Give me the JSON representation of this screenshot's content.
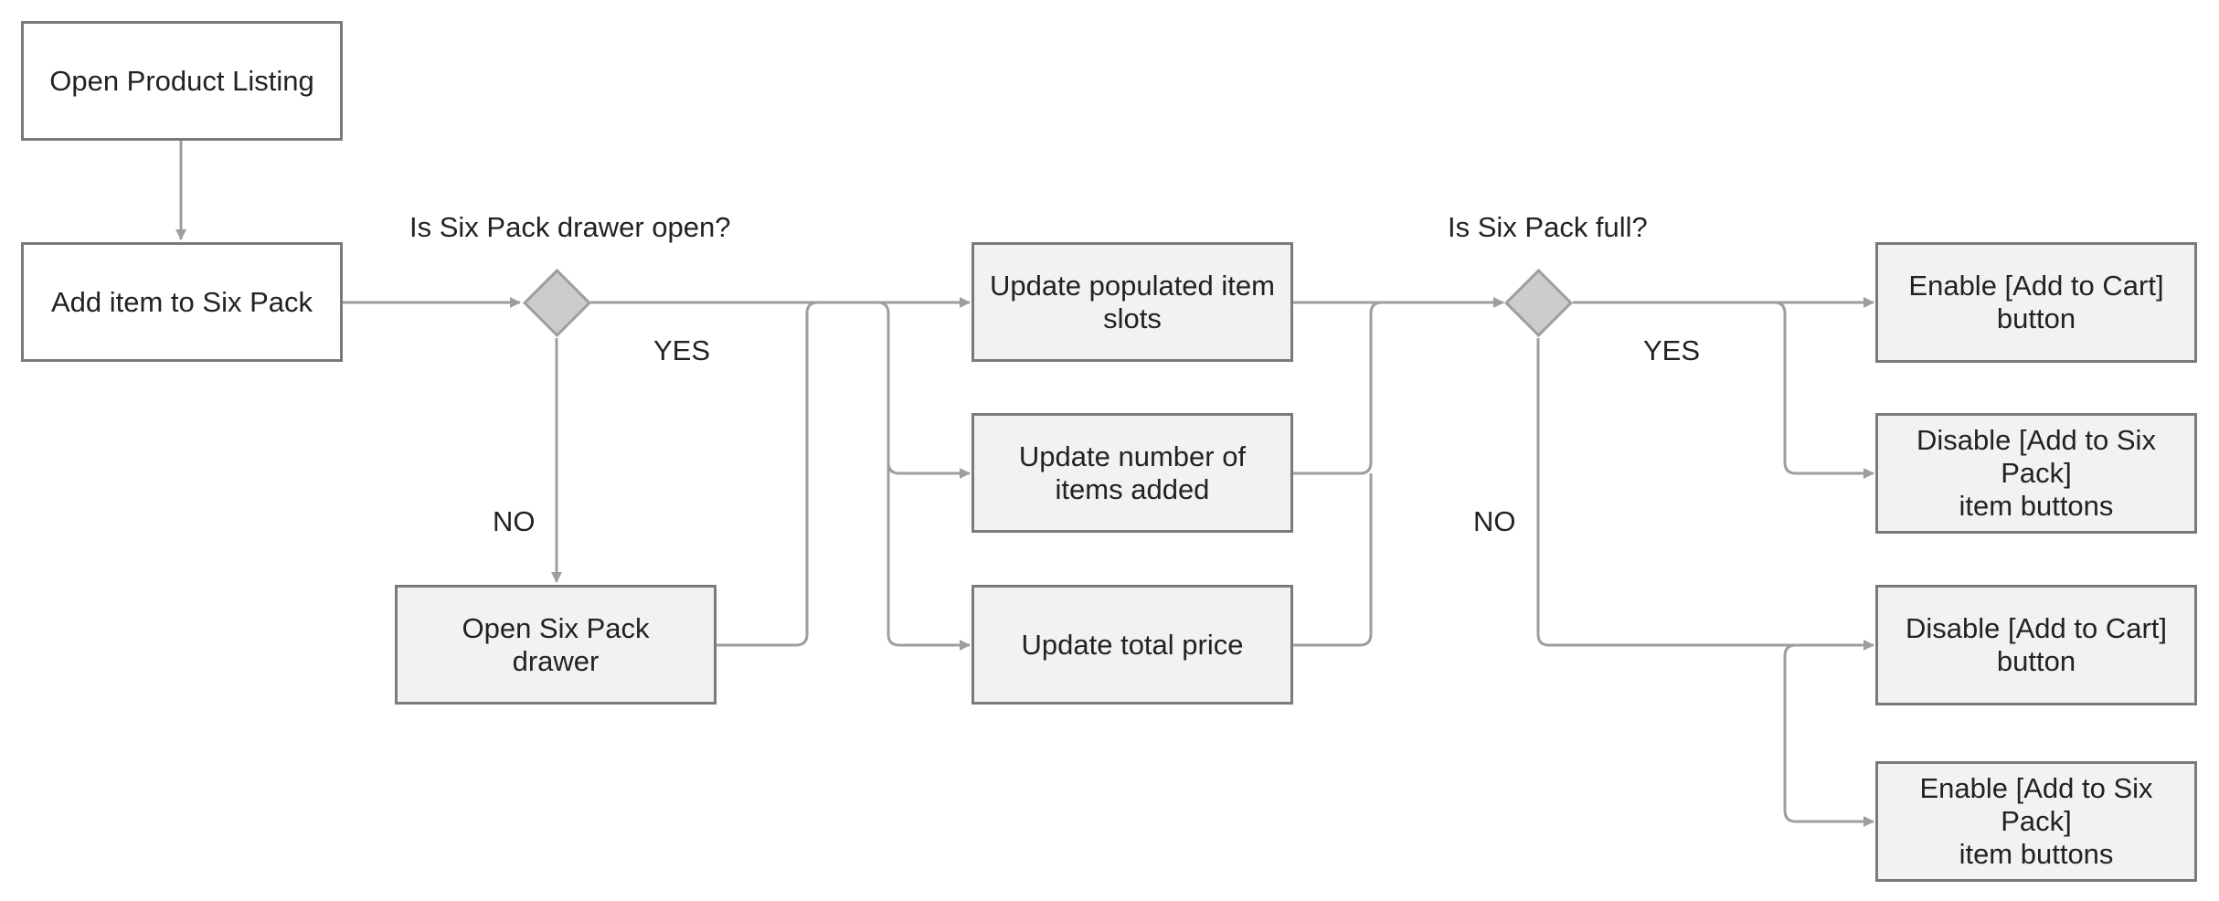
{
  "nodes": {
    "open_product_listing": "Open Product Listing",
    "add_item": "Add item to Six Pack",
    "open_drawer": "Open Six Pack\ndrawer",
    "update_slots": "Update populated item\nslots",
    "update_number": "Update number of\nitems added",
    "update_price": "Update total price",
    "enable_cart": "Enable [Add to Cart]\nbutton",
    "disable_item_buttons": "Disable [Add to Six\nPack]\nitem buttons",
    "disable_cart": "Disable [Add to Cart]\nbutton",
    "enable_item_buttons": "Enable [Add to Six\nPack]\nitem buttons"
  },
  "decisions": {
    "drawer_open": "Is Six Pack drawer open?",
    "six_pack_full": "Is Six Pack full?"
  },
  "branches": {
    "drawer_yes": "YES",
    "drawer_no": "NO",
    "full_yes": "YES",
    "full_no": "NO"
  },
  "colors": {
    "line": "#9e9e9e",
    "box_border": "#7a7a7a",
    "process_fill": "#f2f2f2",
    "decision_fill": "#cccccc",
    "text": "#222222"
  }
}
